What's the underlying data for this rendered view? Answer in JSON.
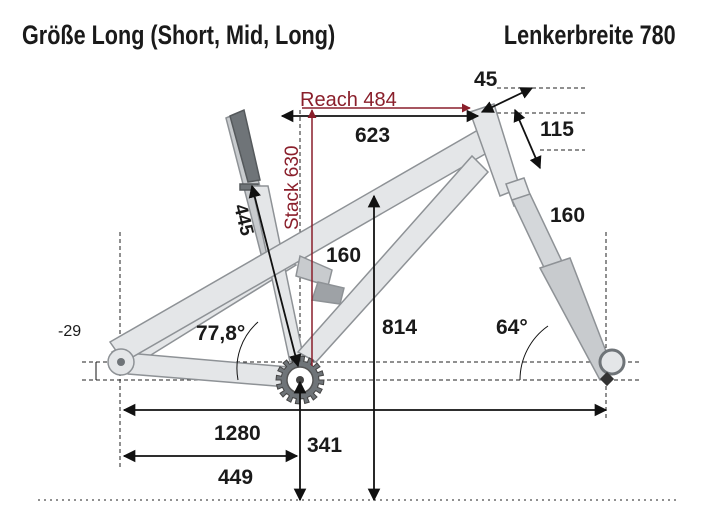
{
  "header": {
    "title_left": "Größe Long (Short, Mid, Long)",
    "title_right": "Lenkerbreite 780"
  },
  "geometry": {
    "reach": "Reach 484",
    "stack": "Stack 630",
    "top_tube": "623",
    "stem_length": "45",
    "headtube_length": "115",
    "fork_travel": "160",
    "rear_travel": "160",
    "seat_tube": "445",
    "seat_angle": "77,8°",
    "head_angle": "64°",
    "standover": "814",
    "bb_drop": "-29",
    "wheelbase": "1280",
    "bb_height": "341",
    "chainstay": "449"
  },
  "colors": {
    "frame_fill": "#e4e6e8",
    "frame_stroke": "#8e9296",
    "dark_parts": "#6f7478",
    "dim_lines": "#111111",
    "reach_stack": "#8a1f2b"
  }
}
